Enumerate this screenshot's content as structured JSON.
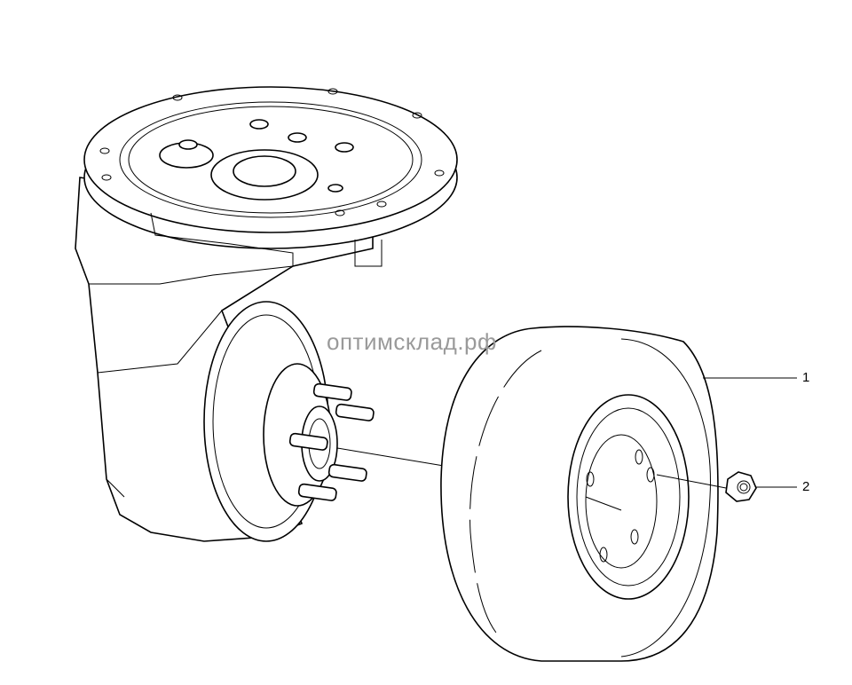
{
  "watermark": "оптимсклад.рф",
  "callouts": [
    {
      "number": "1",
      "part": "wheel"
    },
    {
      "number": "2",
      "part": "wheel-nut"
    }
  ]
}
